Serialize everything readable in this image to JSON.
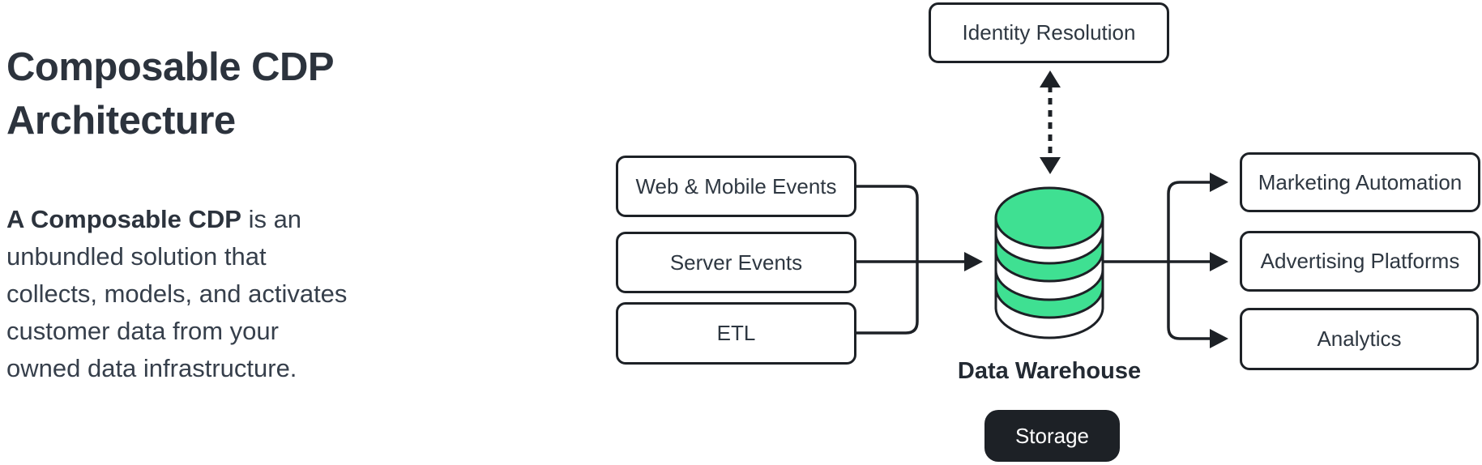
{
  "colors": {
    "ink": "#1d2126",
    "green": "#3fe092",
    "title_text": "#2c333d",
    "body_text": "#363f4b",
    "box_text": "#2e3741",
    "background": "#ffffff",
    "storage_text": "#ffffff"
  },
  "intro": {
    "title_line1": "Composable CDP",
    "title_line2": "Architecture",
    "lead_bold": "A Composable CDP",
    "lead_rest": " is an unbundled solution that collects, models, and activates customer data from your owned data infrastructure."
  },
  "diagram": {
    "identity_box": {
      "label": "Identity Resolution"
    },
    "source_boxes": [
      {
        "label": "Web & Mobile Events"
      },
      {
        "label": "Server Events"
      },
      {
        "label": "ETL"
      }
    ],
    "warehouse": {
      "label": "Data Warehouse"
    },
    "storage_badge": {
      "label": "Storage"
    },
    "destination_boxes": [
      {
        "label": "Marketing Automation"
      },
      {
        "label": "Advertising Platforms"
      },
      {
        "label": "Analytics"
      }
    ]
  }
}
